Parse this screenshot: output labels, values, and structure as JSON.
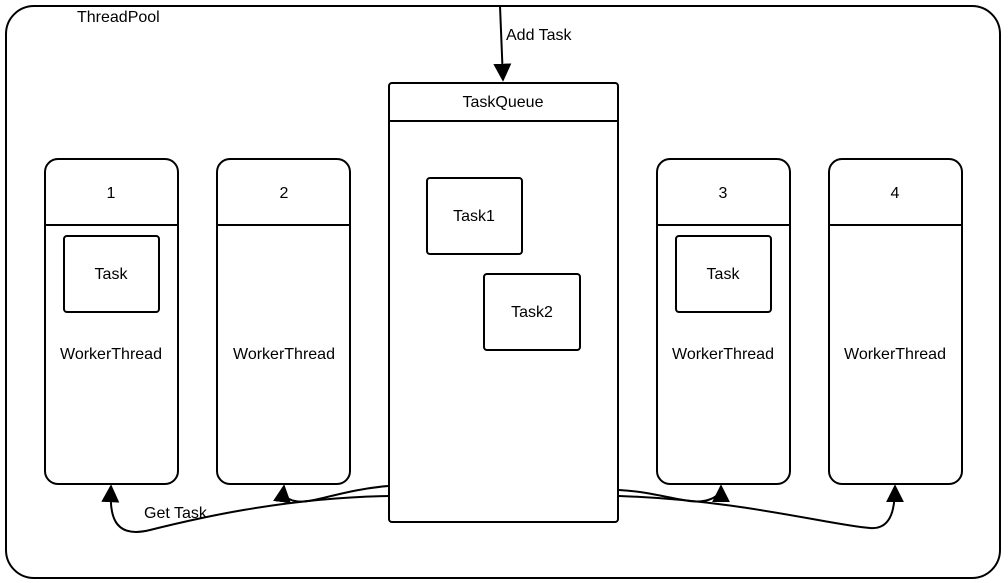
{
  "pool": {
    "title": "ThreadPool"
  },
  "queue": {
    "title": "TaskQueue",
    "tasks": [
      "Task1",
      "Task2"
    ]
  },
  "threads": [
    {
      "id": "1",
      "label": "WorkerThread",
      "task": "Task"
    },
    {
      "id": "2",
      "label": "WorkerThread",
      "task": null
    },
    {
      "id": "3",
      "label": "WorkerThread",
      "task": "Task"
    },
    {
      "id": "4",
      "label": "WorkerThread",
      "task": null
    }
  ],
  "arrows": {
    "add_task": "Add Task",
    "get_task": "Get Task"
  }
}
